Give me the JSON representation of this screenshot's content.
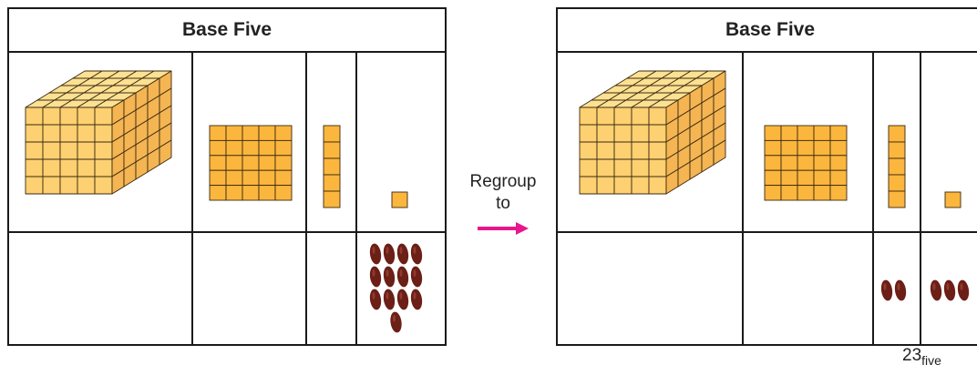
{
  "colors": {
    "cube_top": "#fde192",
    "cube_left": "#fdd071",
    "cube_right": "#f4b552",
    "block_fill": "#fbb63e",
    "grid_line": "#3a2a10",
    "bean": "#6b1f16",
    "arrow": "#e8168c",
    "border": "#1a1a1a"
  },
  "left_chart": {
    "title": "Base Five",
    "top_row": [
      "cube-125",
      "flat-25",
      "long-5",
      "unit-1"
    ],
    "bottom_row_beans": [
      0,
      0,
      0,
      13
    ]
  },
  "right_chart": {
    "title": "Base Five",
    "top_row": [
      "cube-125",
      "flat-25",
      "long-5",
      "unit-1"
    ],
    "bottom_row_beans": [
      0,
      0,
      2,
      3
    ]
  },
  "arrow_label": {
    "line1": "Regroup",
    "line2": "to"
  },
  "caption": {
    "number": "23",
    "base": "five"
  }
}
